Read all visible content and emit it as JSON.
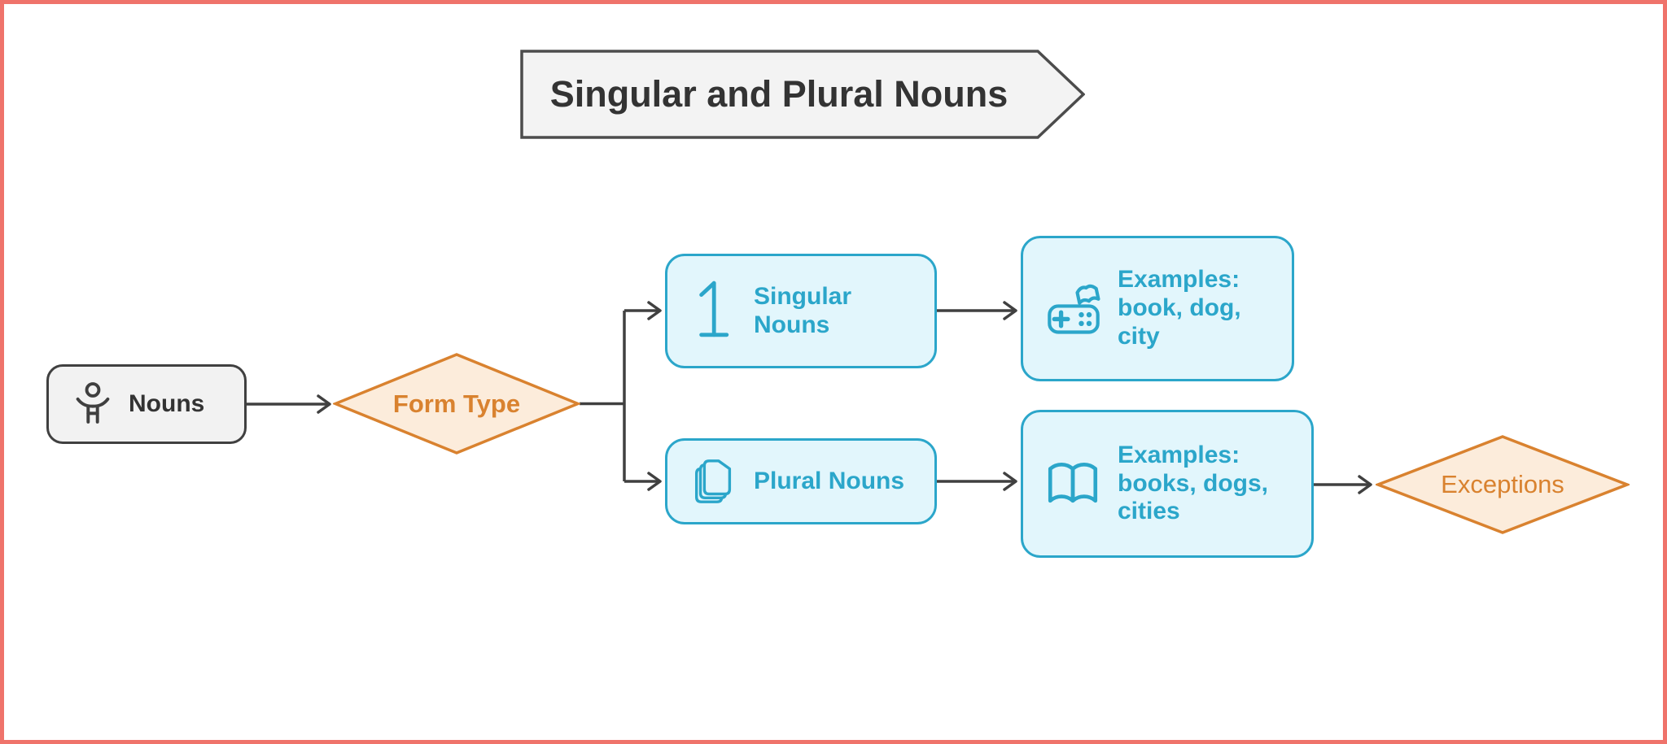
{
  "diagram": {
    "type": "flowchart",
    "title": {
      "label": "Singular and Plural Nouns"
    },
    "nodes": {
      "nouns": {
        "label": "Nouns",
        "shape": "rounded-rect",
        "icon": "person-icon"
      },
      "form_type": {
        "label": "Form Type",
        "shape": "diamond"
      },
      "singular": {
        "label": "Singular Nouns",
        "shape": "rounded-rect",
        "icon": "number-one-icon"
      },
      "singular_examples": {
        "label": "Examples: book, dog, city",
        "shape": "rounded-rect",
        "icon": "gamepad-book-icon"
      },
      "plural": {
        "label": "Plural Nouns",
        "shape": "rounded-rect",
        "icon": "stacked-pages-icon"
      },
      "plural_examples": {
        "label": "Examples: books, dogs, cities",
        "shape": "rounded-rect",
        "icon": "open-book-icon"
      },
      "exceptions": {
        "label": "Exceptions",
        "shape": "diamond"
      }
    },
    "edges": [
      {
        "from": "nouns",
        "to": "form_type"
      },
      {
        "from": "form_type",
        "to": "singular"
      },
      {
        "from": "form_type",
        "to": "plural"
      },
      {
        "from": "singular",
        "to": "singular_examples"
      },
      {
        "from": "plural",
        "to": "plural_examples"
      },
      {
        "from": "plural_examples",
        "to": "exceptions"
      }
    ],
    "colors": {
      "frame_border": "#ef736b",
      "background": "#ffffff",
      "banner_fill": "#f3f3f3",
      "banner_stroke": "#4c4c4c",
      "gray_node_fill": "#f2f2f2",
      "gray_node_stroke": "#404040",
      "blue_node_fill": "#e2f6fc",
      "blue_node_stroke": "#2ba6ca",
      "orange_node_fill": "#fcecdb",
      "orange_node_stroke": "#d9822f",
      "arrow": "#404040",
      "title_text": "#333333"
    }
  }
}
